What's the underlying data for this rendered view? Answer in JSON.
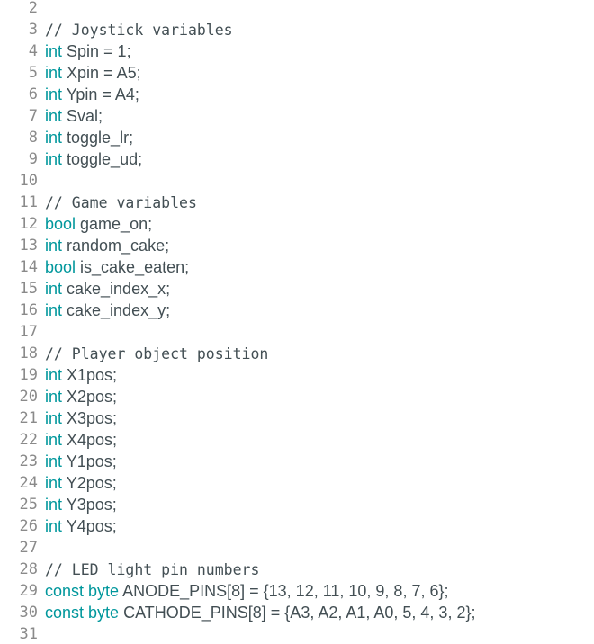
{
  "editor": {
    "keyword_color": "#00979c",
    "text_color": "#434f54",
    "gutter_color": "#8a8a8a",
    "lines": [
      {
        "n": "2",
        "parts": []
      },
      {
        "n": "3",
        "parts": [
          {
            "t": "// Joystick variables",
            "k": "comment"
          }
        ]
      },
      {
        "n": "4",
        "parts": [
          {
            "t": "int",
            "k": "kw"
          },
          {
            "t": " Spin = 1;",
            "k": "text"
          }
        ]
      },
      {
        "n": "5",
        "parts": [
          {
            "t": "int",
            "k": "kw"
          },
          {
            "t": " Xpin = A5;",
            "k": "text"
          }
        ]
      },
      {
        "n": "6",
        "parts": [
          {
            "t": "int",
            "k": "kw"
          },
          {
            "t": " Ypin = A4;",
            "k": "text"
          }
        ]
      },
      {
        "n": "7",
        "parts": [
          {
            "t": "int",
            "k": "kw"
          },
          {
            "t": " Sval;",
            "k": "text"
          }
        ]
      },
      {
        "n": "8",
        "parts": [
          {
            "t": "int",
            "k": "kw"
          },
          {
            "t": " toggle_lr;",
            "k": "text"
          }
        ]
      },
      {
        "n": "9",
        "parts": [
          {
            "t": "int",
            "k": "kw"
          },
          {
            "t": " toggle_ud;",
            "k": "text"
          }
        ]
      },
      {
        "n": "10",
        "parts": []
      },
      {
        "n": "11",
        "parts": [
          {
            "t": "// Game variables",
            "k": "comment"
          }
        ]
      },
      {
        "n": "12",
        "parts": [
          {
            "t": "bool",
            "k": "kw"
          },
          {
            "t": " game_on;",
            "k": "text"
          }
        ]
      },
      {
        "n": "13",
        "parts": [
          {
            "t": "int",
            "k": "kw"
          },
          {
            "t": " random_cake;",
            "k": "text"
          }
        ]
      },
      {
        "n": "14",
        "parts": [
          {
            "t": "bool",
            "k": "kw"
          },
          {
            "t": " is_cake_eaten;",
            "k": "text"
          }
        ]
      },
      {
        "n": "15",
        "parts": [
          {
            "t": "int",
            "k": "kw"
          },
          {
            "t": " cake_index_x;",
            "k": "text"
          }
        ]
      },
      {
        "n": "16",
        "parts": [
          {
            "t": "int",
            "k": "kw"
          },
          {
            "t": " cake_index_y;",
            "k": "text"
          }
        ]
      },
      {
        "n": "17",
        "parts": []
      },
      {
        "n": "18",
        "parts": [
          {
            "t": "// Player object position",
            "k": "comment"
          }
        ]
      },
      {
        "n": "19",
        "parts": [
          {
            "t": "int",
            "k": "kw"
          },
          {
            "t": " X1pos;",
            "k": "text"
          }
        ]
      },
      {
        "n": "20",
        "parts": [
          {
            "t": "int",
            "k": "kw"
          },
          {
            "t": " X2pos;",
            "k": "text"
          }
        ]
      },
      {
        "n": "21",
        "parts": [
          {
            "t": "int",
            "k": "kw"
          },
          {
            "t": " X3pos;",
            "k": "text"
          }
        ]
      },
      {
        "n": "22",
        "parts": [
          {
            "t": "int",
            "k": "kw"
          },
          {
            "t": " X4pos;",
            "k": "text"
          }
        ]
      },
      {
        "n": "23",
        "parts": [
          {
            "t": "int",
            "k": "kw"
          },
          {
            "t": " Y1pos;",
            "k": "text"
          }
        ]
      },
      {
        "n": "24",
        "parts": [
          {
            "t": "int",
            "k": "kw"
          },
          {
            "t": " Y2pos;",
            "k": "text"
          }
        ]
      },
      {
        "n": "25",
        "parts": [
          {
            "t": "int",
            "k": "kw"
          },
          {
            "t": " Y3pos;",
            "k": "text"
          }
        ]
      },
      {
        "n": "26",
        "parts": [
          {
            "t": "int",
            "k": "kw"
          },
          {
            "t": " Y4pos;",
            "k": "text"
          }
        ]
      },
      {
        "n": "27",
        "parts": []
      },
      {
        "n": "28",
        "parts": [
          {
            "t": "// LED light pin numbers",
            "k": "comment"
          }
        ]
      },
      {
        "n": "29",
        "parts": [
          {
            "t": "const",
            "k": "kw"
          },
          {
            "t": " ",
            "k": "text"
          },
          {
            "t": "byte",
            "k": "kw"
          },
          {
            "t": " ANODE_PINS[8] = {13, 12, 11, 10, 9, 8, 7, 6};",
            "k": "text"
          }
        ]
      },
      {
        "n": "30",
        "parts": [
          {
            "t": "const",
            "k": "kw"
          },
          {
            "t": " ",
            "k": "text"
          },
          {
            "t": "byte",
            "k": "kw"
          },
          {
            "t": " CATHODE_PINS[8] = {A3, A2, A1, A0, 5, 4, 3, 2};",
            "k": "text"
          }
        ]
      },
      {
        "n": "31",
        "parts": []
      }
    ]
  }
}
